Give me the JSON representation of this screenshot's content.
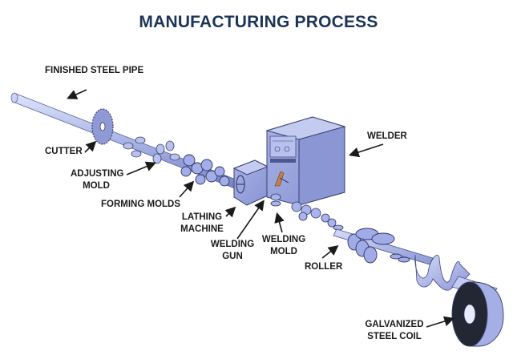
{
  "title": "MANUFACTURING PROCESS",
  "colors": {
    "title": "#1b3457",
    "machine_fill": "#9aa6dd",
    "machine_dark": "#6f7cc0",
    "machine_light": "#c3cbf0",
    "outline": "#3a3f6e",
    "coil_dark": "#222633",
    "torch": "#c4804a"
  },
  "labels": {
    "finished_pipe": "FINISHED STEEL PIPE",
    "cutter": "CUTTER",
    "adjusting_mold": [
      "ADJUSTING",
      "MOLD"
    ],
    "forming_molds": "FORMING MOLDS",
    "lathing_machine": [
      "LATHING",
      "MACHINE"
    ],
    "welding_gun": [
      "WELDING",
      "GUN"
    ],
    "welding_mold": [
      "WELDING",
      "MOLD"
    ],
    "welder": "WELDER",
    "roller": "ROLLER",
    "galvanized_coil": [
      "GALVANIZED",
      "STEEL COIL"
    ]
  }
}
